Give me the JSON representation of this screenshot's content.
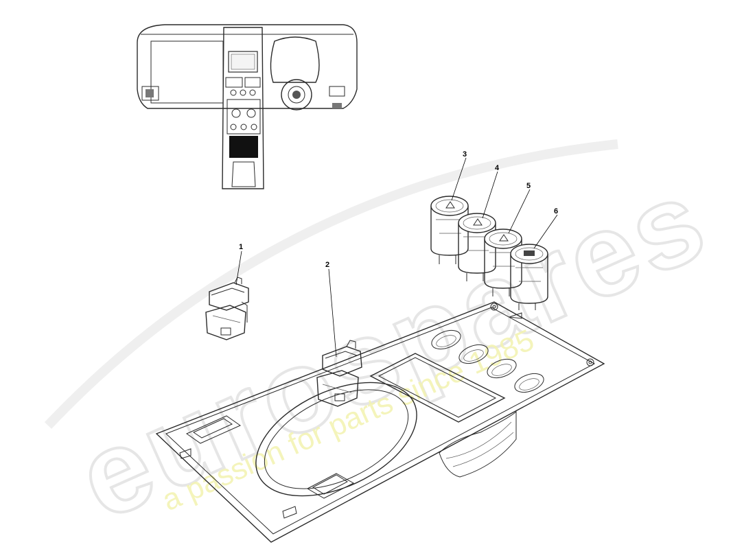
{
  "watermark": {
    "brand": "eurospares",
    "tagline": "a passion for parts since 1985",
    "brand_color": "#e6e6e6",
    "tagline_color": "#f3f3b0"
  },
  "callouts": [
    {
      "id": "1",
      "label": "1"
    },
    {
      "id": "2",
      "label": "2"
    },
    {
      "id": "3",
      "label": "3"
    },
    {
      "id": "4",
      "label": "4"
    },
    {
      "id": "5",
      "label": "5"
    },
    {
      "id": "6",
      "label": "6"
    }
  ],
  "icons": [
    "dashboard-overview-icon",
    "center-console-panel-icon",
    "hazard-switch-icon",
    "rocker-switch-icon",
    "round-switch-icon"
  ]
}
